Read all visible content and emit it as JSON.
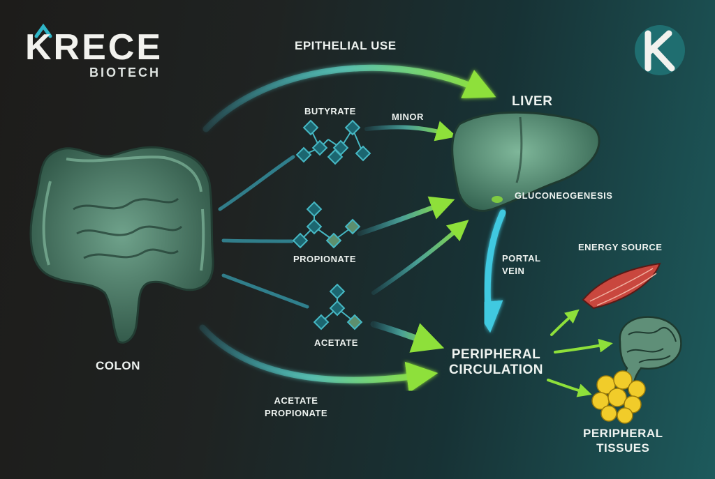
{
  "brand": {
    "name": "KRECE",
    "sub": "BIOTECH",
    "logo_icon": "krece-k-icon",
    "badge_icon": "krece-k-badge-icon"
  },
  "colors": {
    "arrow_green": "#8ee03a",
    "arrow_teal": "#3fc9e0",
    "organ_green": "#4f8a72",
    "bg_dark": "#1d1c1a",
    "bg_teal": "#1d5a5c"
  },
  "nodes": {
    "colon": "COLON",
    "liver": "LIVER",
    "gluconeogenesis": "GLUCONEOGENESIS",
    "peripheral_circulation": [
      "PERIPHERAL",
      "CIRCULATION"
    ],
    "energy_source": "ENERGY SOURCE",
    "peripheral_tissues": [
      "PERIPHERAL",
      "TISSUES"
    ]
  },
  "molecules": {
    "butyrate": "BUTYRATE",
    "propionate": "PROPIONATE",
    "acetate": "ACETATE"
  },
  "flows": {
    "epithelial_use": "EPITHELIAL USE",
    "minor": "MINOR",
    "portal_vein": [
      "PORTAL",
      "VEIN"
    ],
    "acetate_propionate": [
      "ACETATE",
      "PROPIONATE"
    ]
  },
  "icons": [
    "colon-icon",
    "liver-icon",
    "butyrate-molecule-icon",
    "propionate-molecule-icon",
    "acetate-molecule-icon",
    "muscle-icon",
    "brain-icon",
    "fat-cells-icon"
  ]
}
